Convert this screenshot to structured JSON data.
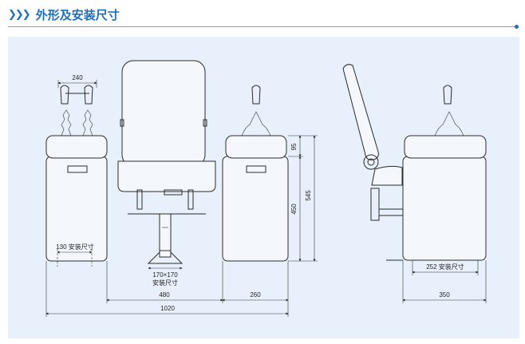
{
  "header": {
    "chevron_icon": "triple-chevron-right-icon",
    "title": "外形及安装尺寸"
  },
  "colors": {
    "accent": "#1f6fb8",
    "panel_background": "#e8f1fb",
    "outline": "#2b2b2b"
  },
  "dimensions": {
    "front_joystick_spacing": "240",
    "mount_hole_spacing": "130 安装尺寸",
    "post_base": "170×170",
    "post_base_caption": "安装尺寸",
    "center_width": "480",
    "overall_width": "1020",
    "console_width": "260",
    "console_top_height": "95",
    "console_height": "450",
    "overall_height": "545",
    "side_mount_spacing": "252 安装尺寸",
    "side_width": "350"
  }
}
